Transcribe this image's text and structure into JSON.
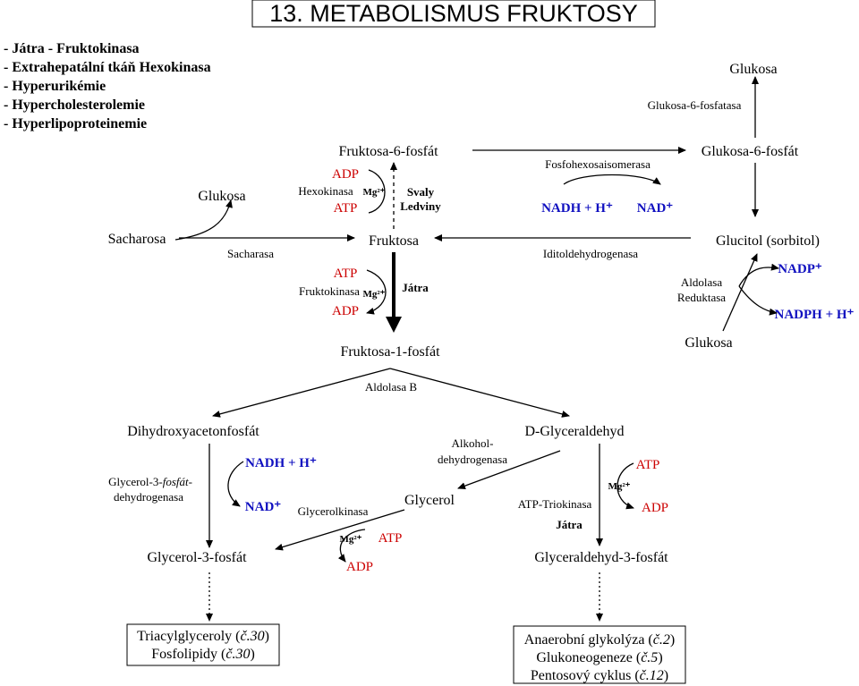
{
  "title": "13. METABOLISMUS FRUKTOSY",
  "notes": [
    "- Játra - Fruktokinasa",
    "- Extrahepatální tkáň  Hexokinasa",
    "- Hyperurikémie",
    "- Hypercholesterolemie",
    "- Hyperlipoproteinemie"
  ],
  "nodes": {
    "glukosa_top": "Glukosa",
    "g6p_right": "Glukosa-6-fosfát",
    "f6p": "Fruktosa-6-fosfát",
    "glukosa_left": "Glukosa",
    "sacharosa": "Sacharosa",
    "fruktosa": "Fruktosa",
    "glucitol": "Glucitol (sorbitol)",
    "glukosa_right": "Glukosa",
    "f1p": "Fruktosa-1-fosfát",
    "dhap": "Dihydroxyacetonfosfát",
    "d_glyceraldehyd": "D-Glyceraldehyd",
    "glycerol": "Glycerol",
    "glycerol3p": "Glycerol-3-fosfát",
    "glyceraldehyd3p": "Glyceraldehyd-3-fosfát"
  },
  "enzymes": {
    "g6pase": "Glukosa-6-fosfatasa",
    "fosfohexosaisomerasa": "Fosfohexosaisomerasa",
    "hexokinasa": "Hexokinasa",
    "sacharasa": "Sacharasa",
    "iditoldehydrogenasa": "Iditoldehydrogenasa",
    "aldolasa": "Aldolasa",
    "reduktasa": "Reduktasa",
    "fruktokinasa": "Fruktokinasa",
    "aldolasa_b": "Aldolasa B",
    "alkohol_1": "Alkohol-",
    "alkohol_2": "dehydrogenasa",
    "glycerol3p_dh_1": "Glycerol-3-",
    "glycerol3p_dh_2": "fosfát-",
    "glycerol3p_dh_3": "dehydrogenasa",
    "glycerolkinasa": "Glycerolkinasa",
    "triokinasa": "ATP-Triokinasa"
  },
  "cofactors": {
    "adp": "ADP",
    "atp": "ATP",
    "mg": "Mg²⁺",
    "nadh": "NADH + H⁺",
    "nad": "NAD⁺",
    "nadp": "NADP⁺",
    "nadph": "NADPH + H⁺"
  },
  "tissues": {
    "svaly": "Svaly",
    "ledviny": "Ledviny",
    "jatra": "Játra"
  },
  "outcomes_left": {
    "line1_text": "Triacylglyceroly (",
    "line1_ref": "č.30",
    "line1_end": ")",
    "line2_text": "Fosfolipidy (",
    "line2_ref": "č.30",
    "line2_end": ")"
  },
  "outcomes_right": {
    "line1_text": "Anaerobní glykolýza (",
    "line1_ref": "č.2",
    "line1_end": ")",
    "line2_text": "Glukoneogeneze (",
    "line2_ref": "č.5",
    "line2_end": ")",
    "line3_text": "Pentosový cyklus (",
    "line3_ref": "č.12",
    "line3_end": ")"
  },
  "colors": {
    "atp_adp": "#cc0000",
    "nad_nadp": "#1010c0",
    "text": "#000000"
  }
}
